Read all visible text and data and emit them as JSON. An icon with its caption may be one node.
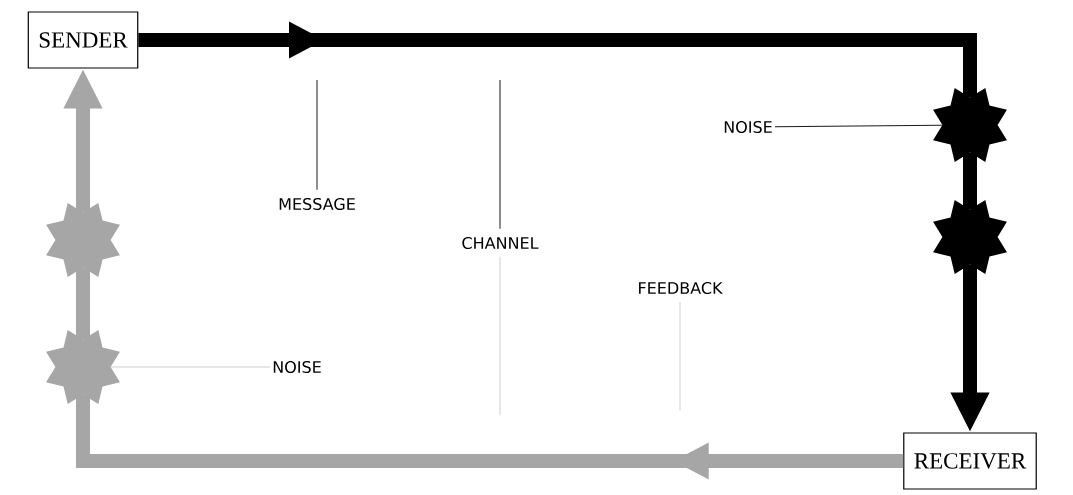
{
  "diagram": {
    "nodes": [
      {
        "text": [
          "SENDER"
        ]
      },
      {
        "text": [
          "RECEIVER"
        ]
      },
      {
        "text": [
          "MESSAGE"
        ]
      },
      {
        "text": [
          "CHANNEL"
        ]
      },
      {
        "text": [
          "NOISE"
        ]
      },
      {
        "text": [
          "FEEDBACK"
        ]
      },
      {
        "text": [
          "NOISE"
        ]
      },
      {
        "text": [],
        "shape": "star"
      },
      {
        "text": [],
        "shape": "star"
      },
      {
        "text": [],
        "shape": "star"
      },
      {
        "text": [],
        "shape": "star"
      }
    ],
    "edges": [
      {
        "from": 0,
        "to": 7,
        "arrow": "to",
        "style": "thick"
      },
      {
        "from": 7,
        "to": 8,
        "arrow": "none",
        "style": "thick"
      },
      {
        "from": 8,
        "to": 1,
        "arrow": "to",
        "style": "thick"
      },
      {
        "from": 1,
        "to": 10,
        "arrow": "to",
        "style": "thick",
        "color": "#a6a6a6"
      },
      {
        "from": 10,
        "to": 9,
        "arrow": "none",
        "style": "thick",
        "color": "#a6a6a6"
      },
      {
        "from": 9,
        "to": 0,
        "arrow": "to",
        "style": "thick",
        "color": "#a6a6a6"
      },
      {
        "from": 2,
        "to": null,
        "arrow": "none"
      },
      {
        "from": 3,
        "to": null,
        "arrow": "none"
      },
      {
        "from": 3,
        "to": null,
        "arrow": "none",
        "color": "#c8c8c8"
      },
      {
        "from": 4,
        "to": 7,
        "arrow": "none"
      },
      {
        "from": 5,
        "to": null,
        "arrow": "none",
        "color": "#c8c8c8"
      },
      {
        "from": 6,
        "to": 10,
        "arrow": "none",
        "color": "#c8c8c8"
      }
    ]
  }
}
